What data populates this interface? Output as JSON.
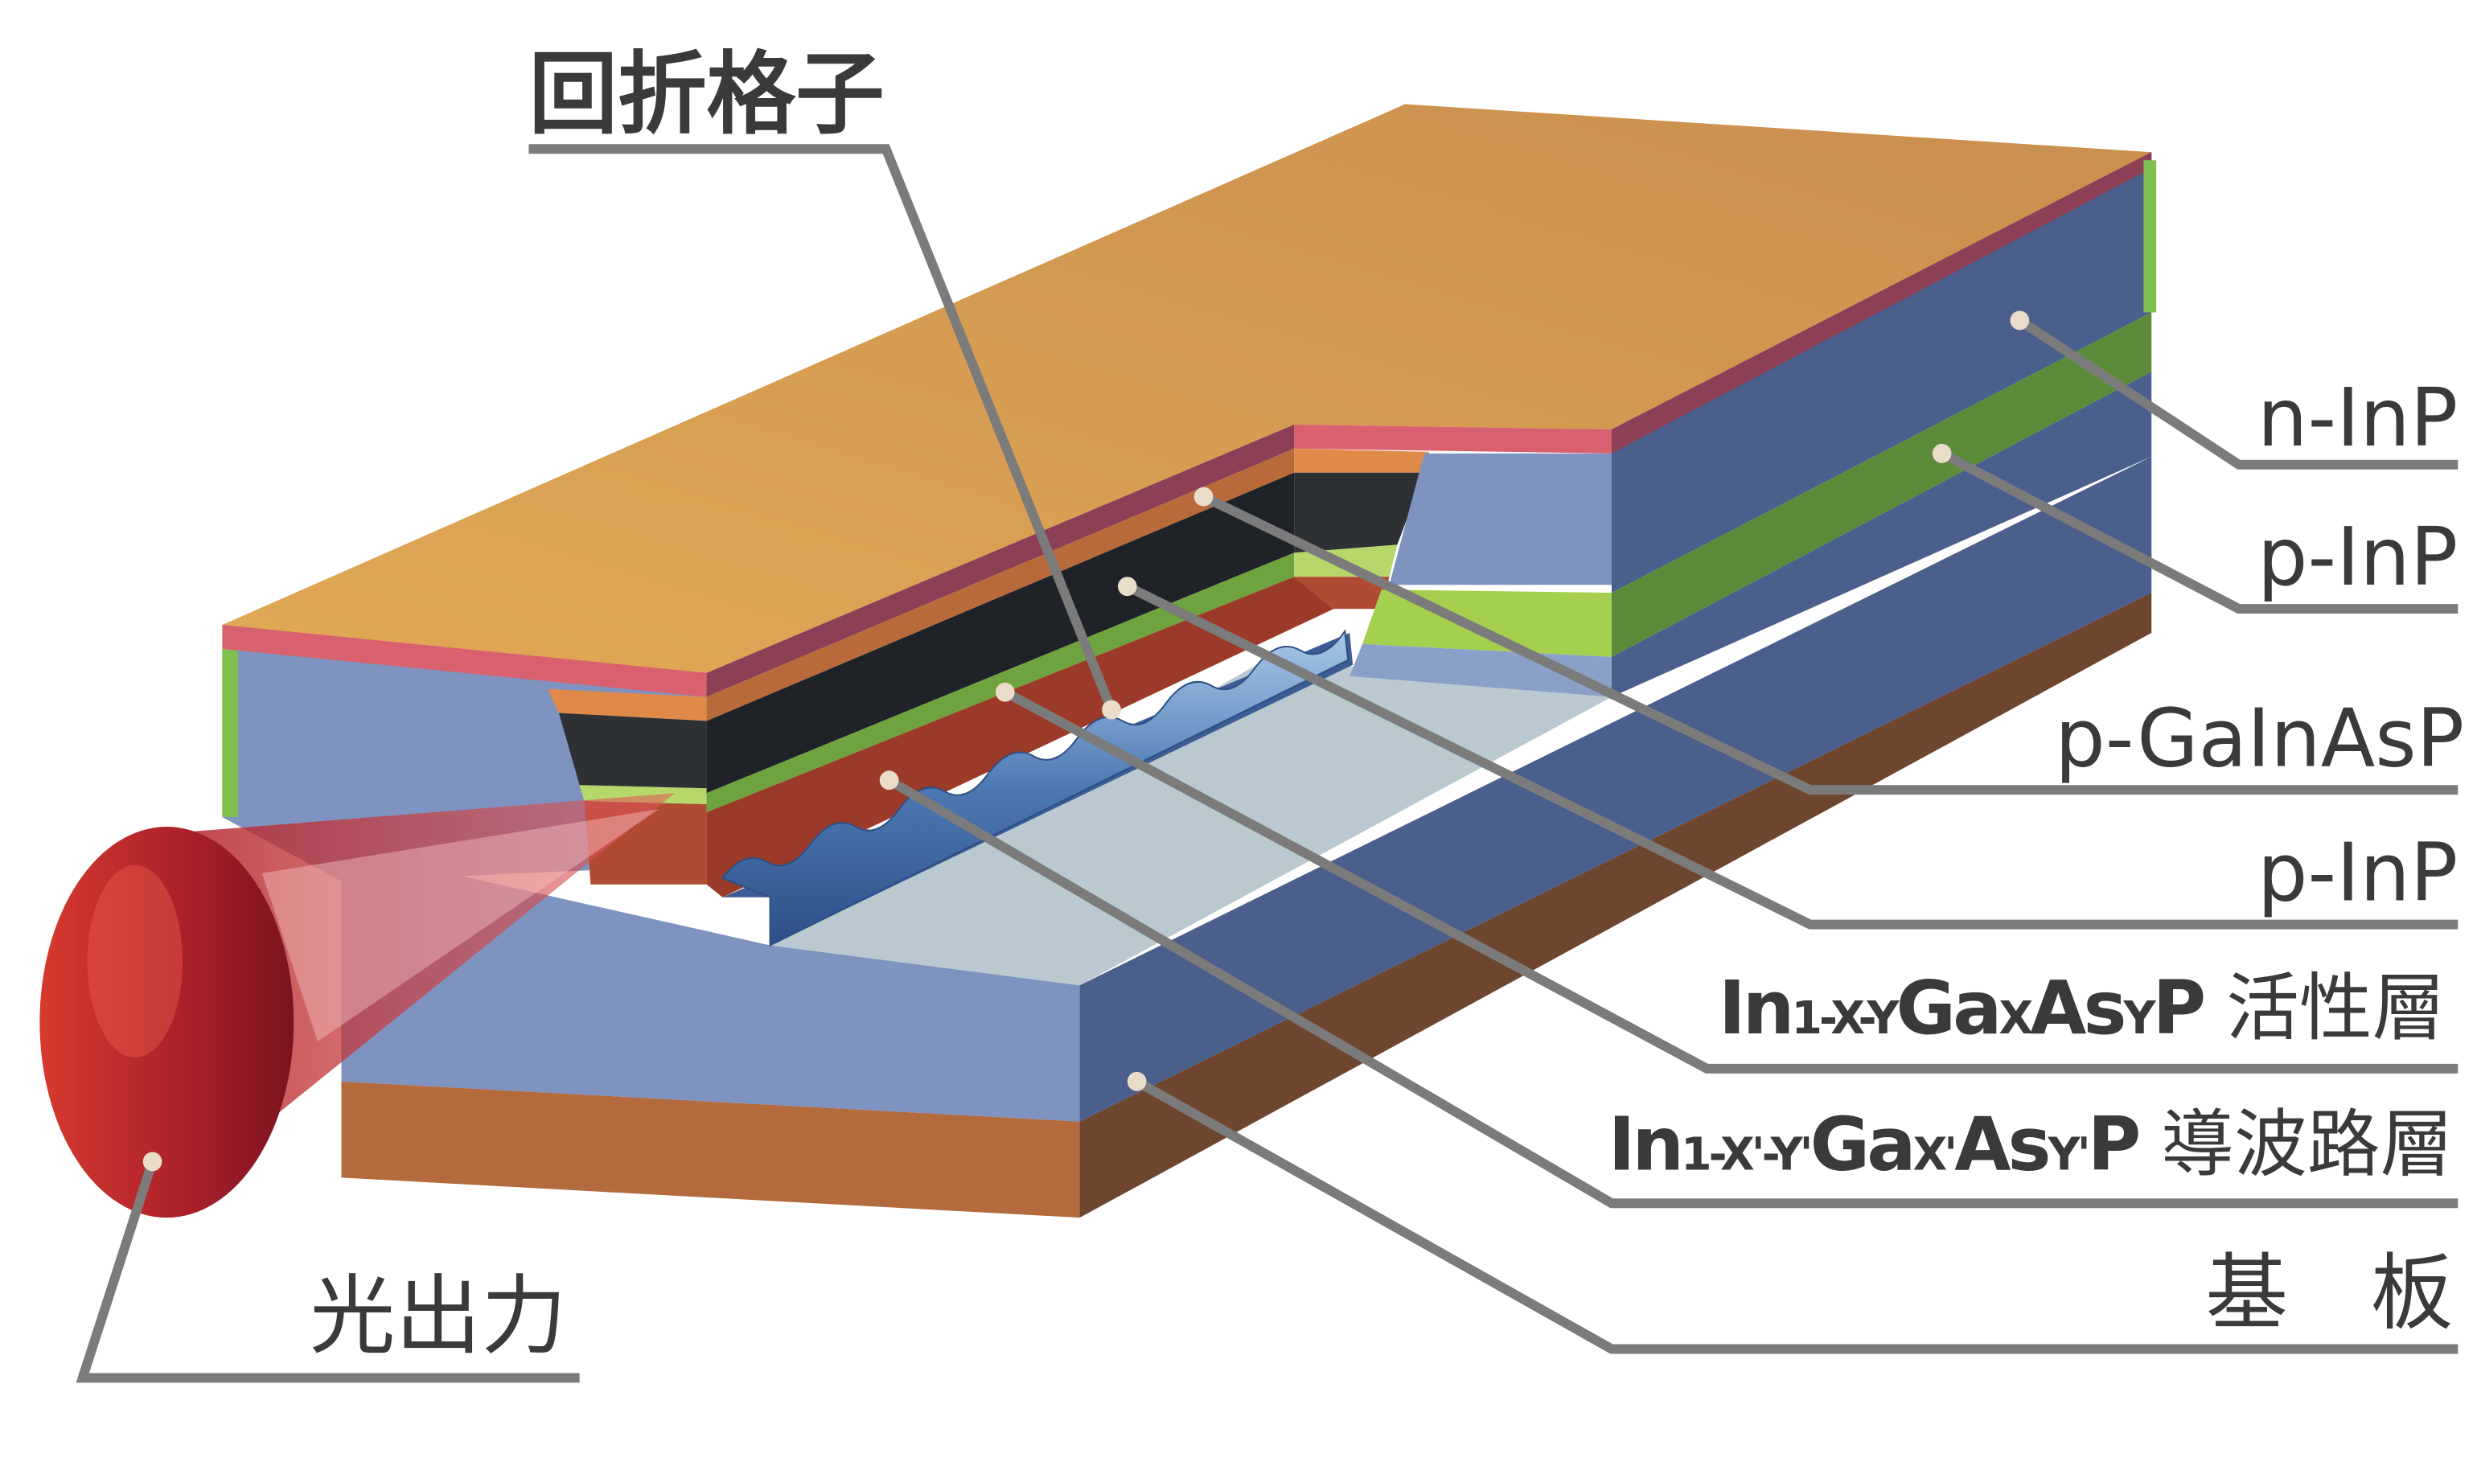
{
  "labels": {
    "grating": "回折格子",
    "n_inp": "n-InP",
    "p_inp_top": "p-InP",
    "p_gainasp": "p-GaInAsP",
    "p_inp_bottom": "p-InP",
    "active": {
      "in": "In",
      "sub1": "1-X-Y",
      "ga": "Ga",
      "sub2": "X",
      "as": "As",
      "sub3": "Y",
      "p": "P",
      "jp": " 活性層"
    },
    "waveguide": {
      "in": "In",
      "sub1": "1-X'-Y'",
      "ga": "Ga",
      "sub2": "X'",
      "as": "As",
      "sub3": "Y'",
      "p": "P",
      "jp": " 導波路層"
    },
    "substrate": "基　板",
    "light_output": "光出力"
  },
  "colors": {
    "top_surface": "#d9a353",
    "inp_blue_light": "#7f93c0",
    "inp_blue_dark": "#4b5f8c",
    "pink_layer": "#d9616f",
    "active_black": "#262a30",
    "green_light": "#a5cf4f",
    "green_dark": "#5c8c3a",
    "waveguide_red": "#b04a33",
    "substrate_brown": "#b36a3d",
    "beam_red": "#b3242a",
    "leader_gray": "#7b7b7b"
  }
}
